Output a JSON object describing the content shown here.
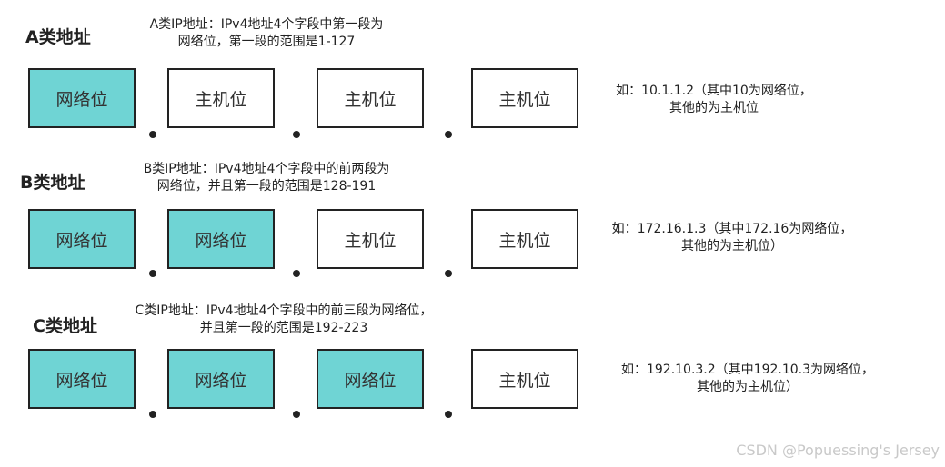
{
  "classA": {
    "title": "A类地址",
    "desc_line1": "A类IP地址：IPv4地址4个字段中第一段为",
    "desc_line2": "网络位，第一段的范围是1-127",
    "boxes": [
      "网络位",
      "主机位",
      "主机位",
      "主机位"
    ],
    "example_line1": "如：10.1.1.2（其中10为网络位，",
    "example_line2": "其他的为主机位"
  },
  "classB": {
    "title": "B类地址",
    "desc_line1": "B类IP地址：IPv4地址4个字段中的前两段为",
    "desc_line2": "网络位，并且第一段的范围是128-191",
    "boxes": [
      "网络位",
      "网络位",
      "主机位",
      "主机位"
    ],
    "example_line1": "如：172.16.1.3（其中172.16为网络位，",
    "example_line2": "其他的为主机位）"
  },
  "classC": {
    "title": "C类地址",
    "desc_line1": "C类IP地址：IPv4地址4个字段中的前三段为网络位，",
    "desc_line2": "并且第一段的范围是192-223",
    "boxes": [
      "网络位",
      "网络位",
      "网络位",
      "主机位"
    ],
    "example_line1": "如：192.10.3.2（其中192.10.3为网络位，",
    "example_line2": "其他的为主机位）"
  },
  "watermark": "CSDN @Popuessing's Jersey",
  "colors": {
    "network": "#6fd4d4",
    "host": "#ffffff",
    "border": "#222222"
  }
}
